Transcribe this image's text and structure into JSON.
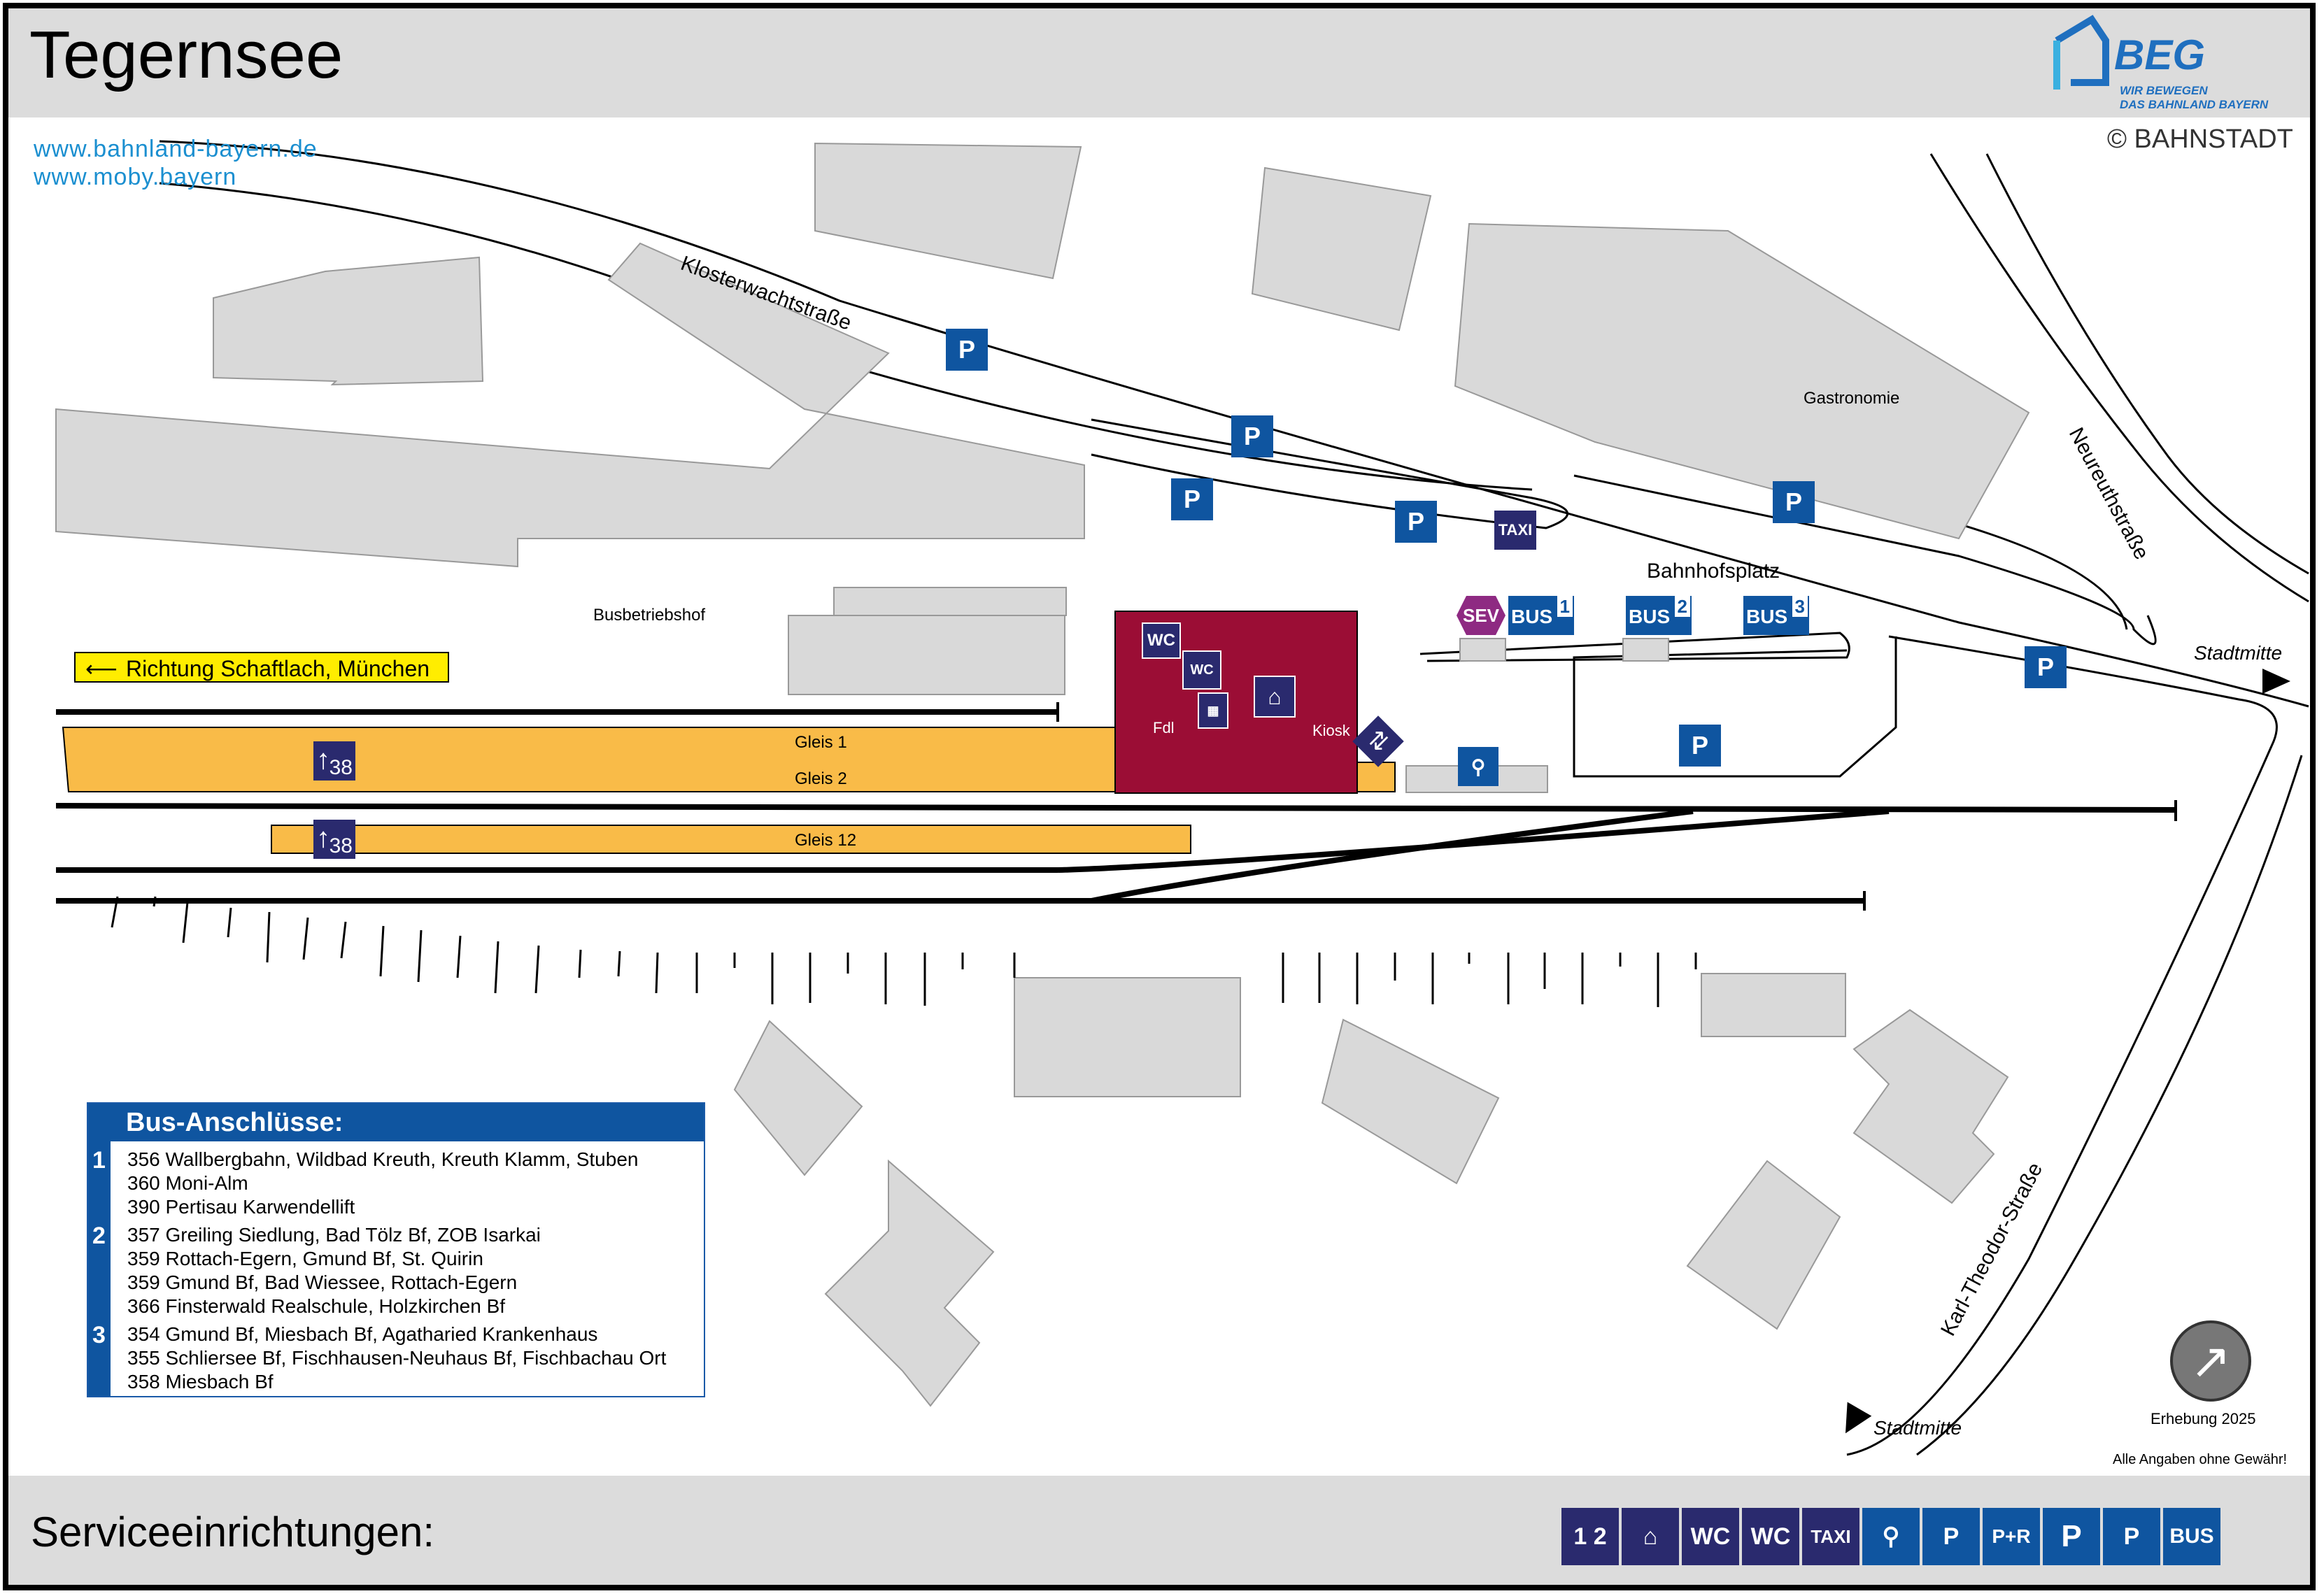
{
  "title": "Tegernsee",
  "links": [
    "www.bahnland-bayern.de",
    "www.moby.bayern"
  ],
  "logo": {
    "word": "BEG",
    "tagline1": "WIR BEWEGEN",
    "tagline2": "DAS BAHNLAND BAYERN"
  },
  "copyright": "© BAHNSTADT",
  "streets": {
    "kloster": "Klosterwachtstraße",
    "neureuth": "Neureuthstraße",
    "karl": "Karl-Theodor-Straße",
    "stadtmitte_top": "Stadtmitte",
    "stadtmitte_bottom": "Stadtmitte"
  },
  "places": {
    "gastronomie": "Gastronomie",
    "bahnhofsplatz": "Bahnhofsplatz",
    "busbetriebshof": "Busbetriebshof",
    "fdl": "Fdl",
    "kiosk": "Kiosk"
  },
  "direction_sign": "Richtung Schaftlach, München",
  "tracks": {
    "gleis1": "Gleis 1",
    "gleis2": "Gleis 2",
    "gleis12": "Gleis 12"
  },
  "platform_height": "38",
  "bus_stops": [
    "1",
    "2",
    "3"
  ],
  "pictograms": {
    "p": "P",
    "bus": "BUS",
    "sev": "SEV",
    "taxi": "TAXI",
    "wc": "WC"
  },
  "bus_panel": {
    "title": "Bus-Anschlüsse:",
    "groups": [
      {
        "stop": "1",
        "lines": [
          "356 Wallbergbahn, Wildbad Kreuth, Kreuth Klamm, Stuben",
          "360 Moni-Alm",
          "390 Pertisau Karwendellift"
        ]
      },
      {
        "stop": "2",
        "lines": [
          "357 Greiling Siedlung, Bad Tölz Bf, ZOB Isarkai",
          "359 Rottach-Egern, Gmund Bf, St. Quirin",
          "359 Gmund Bf, Bad Wiessee, Rottach-Egern",
          "366 Finsterwald Realschule, Holzkirchen Bf"
        ]
      },
      {
        "stop": "3",
        "lines": [
          "354 Gmund Bf, Miesbach Bf, Agatharied Krankenhaus",
          "355 Schliersee Bf, Fischhausen-Neuhaus Bf, Fischbachau Ort",
          "358 Miesbach Bf"
        ]
      }
    ]
  },
  "survey": "Erhebung 2025",
  "disclaimer": "Alle Angaben ohne Gewähr!",
  "services_title": "Serviceeinrichtungen:",
  "services": [
    {
      "icon": "reservation-icon",
      "text": "1 2"
    },
    {
      "icon": "waiting-room-icon",
      "text": ""
    },
    {
      "icon": "accessible-wc-icon",
      "text": "WC"
    },
    {
      "icon": "wc-icon",
      "text": "WC"
    },
    {
      "icon": "taxi-icon",
      "text": "TAXI"
    },
    {
      "icon": "bike-parking-icon",
      "text": ""
    },
    {
      "icon": "accessible-parking-icon",
      "text": "P"
    },
    {
      "icon": "park-and-ride-icon",
      "text": "P+R"
    },
    {
      "icon": "parking-icon",
      "text": "P"
    },
    {
      "icon": "short-term-parking-icon",
      "text": "P"
    },
    {
      "icon": "bus-icon",
      "text": "BUS"
    }
  ],
  "colors": {
    "platform": "#f9bb48",
    "station": "#9b0d35",
    "building": "#d9d9d9",
    "blue": "#0f55a0",
    "navy": "#2a2a6e",
    "sev": "#8e2a82",
    "sign": "#ffed00"
  }
}
